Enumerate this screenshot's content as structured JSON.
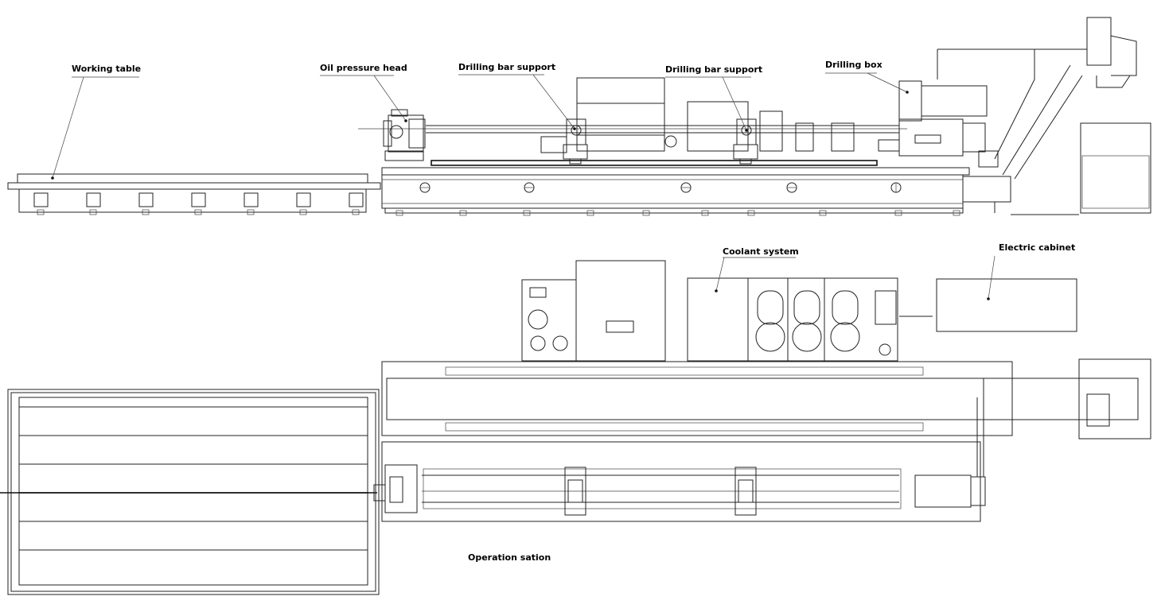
{
  "labels": {
    "working_table": "Working table",
    "oil_pressure_head": "Oil pressure head",
    "drilling_bar_support_1": "Drilling bar support",
    "drilling_bar_support_2": "Drilling bar support",
    "drilling_box": "Drilling box",
    "coolant_system": "Coolant system",
    "electric_cabinet": "Electric cabinet",
    "operation_station": "Operation sation"
  }
}
